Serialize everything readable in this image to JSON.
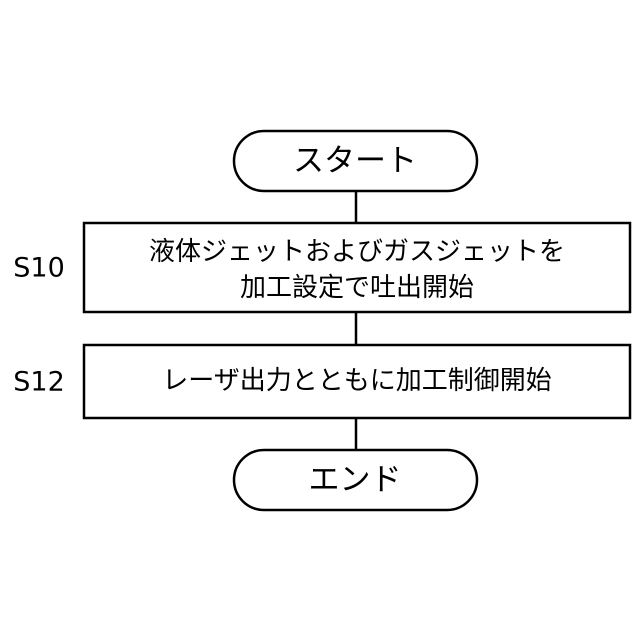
{
  "nodes": {
    "start": {
      "label": "スタート"
    },
    "step_s10": {
      "id": "S10",
      "lines": [
        "液体ジェットおよびガスジェットを",
        "加工設定で吐出開始"
      ]
    },
    "step_s12": {
      "id": "S12",
      "lines": [
        "レーザ出力とともに加工制御開始"
      ]
    },
    "end": {
      "label": "エンド"
    }
  },
  "colors": {
    "stroke": "#000000",
    "fill": "#ffffff",
    "text": "#000000"
  }
}
